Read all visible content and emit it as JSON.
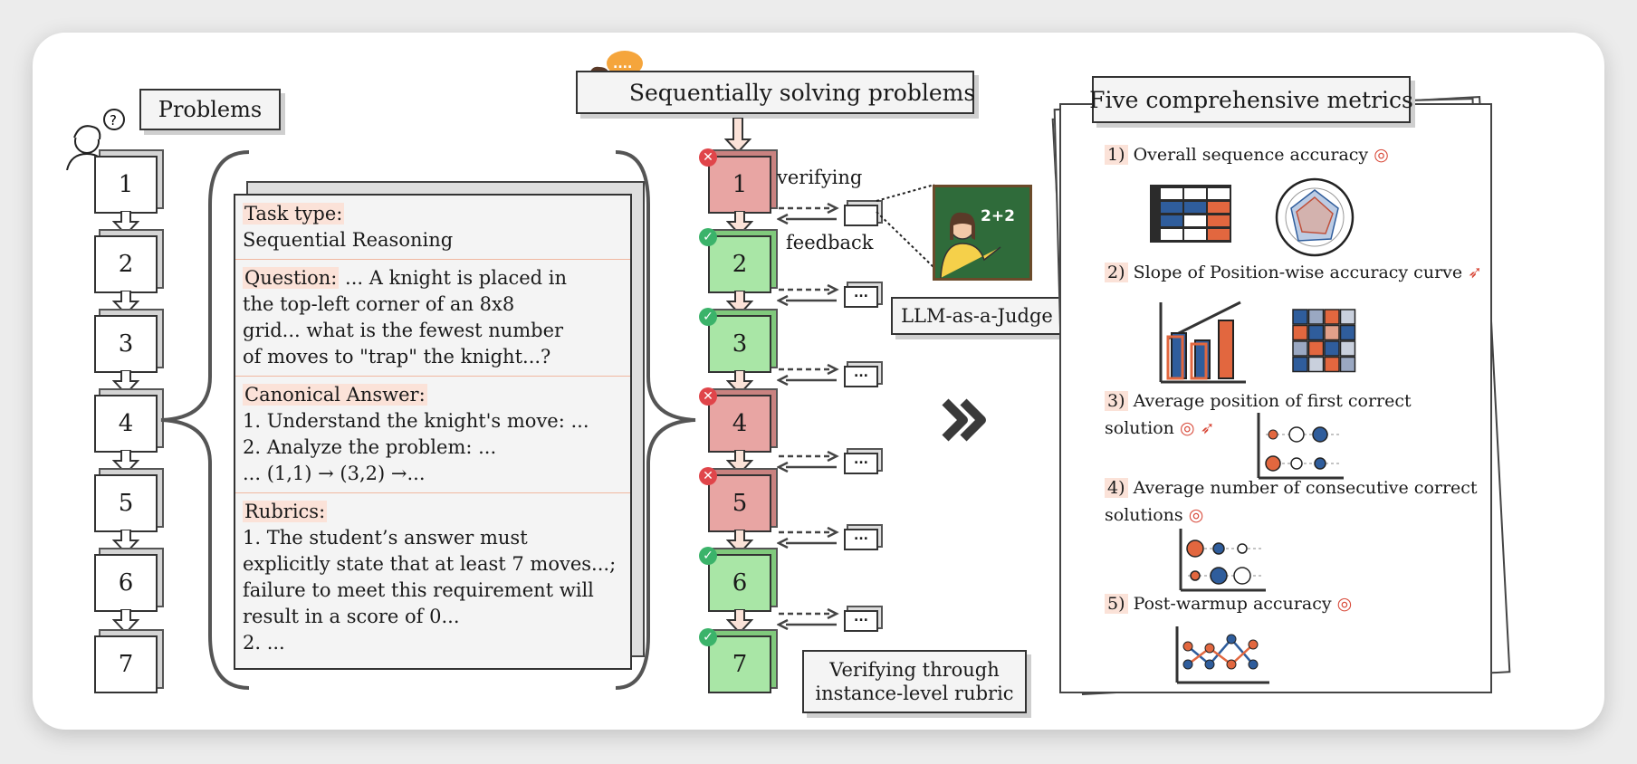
{
  "left": {
    "title": "Problems",
    "numbers": [
      "1",
      "2",
      "3",
      "4",
      "5",
      "6",
      "7"
    ]
  },
  "panel": {
    "task_label": "Task type:",
    "task_value": "Sequential Reasoning",
    "question_label": "Question:",
    "question_lines": [
      "... A knight is placed in",
      "the top-left corner of an 8x8",
      "grid... what is the fewest number",
      "of moves to \"trap\" the knight...?"
    ],
    "answer_label": "Canonical Answer:",
    "answer_lines": [
      "1. Understand the knight's move: ...",
      "2. Analyze the problem: ...",
      "... (1,1) → (3,2) →..."
    ],
    "rubrics_label": "Rubrics:",
    "rubrics_lines": [
      "1. The student’s answer must",
      "explicitly state that at least 7 moves...;",
      "failure to meet this requirement will",
      "result in a score of 0...",
      "2. ..."
    ]
  },
  "middle": {
    "title": "Sequentially solving problems",
    "verifying": "verifying",
    "feedback": "feedback",
    "dots": "...",
    "judge": "LLM-as-a-Judge",
    "board_text": "2+2",
    "bottom_line1": "Verifying through",
    "bottom_line2": "instance-level rubric",
    "steps": [
      {
        "n": "1",
        "status": "wrong"
      },
      {
        "n": "2",
        "status": "correct"
      },
      {
        "n": "3",
        "status": "correct"
      },
      {
        "n": "4",
        "status": "wrong"
      },
      {
        "n": "5",
        "status": "wrong"
      },
      {
        "n": "6",
        "status": "correct"
      },
      {
        "n": "7",
        "status": "correct"
      }
    ]
  },
  "right": {
    "title": "Five comprehensive metrics",
    "m1_num": "1)",
    "m1_text": "Overall sequence accuracy",
    "m2_num": "2)",
    "m2_text": "Slope of Position-wise accuracy curve",
    "m3_num": "3)",
    "m3_text_a": "Average position of first correct",
    "m3_text_b": "solution",
    "m4_num": "4)",
    "m4_text_a": "Average number of consecutive correct",
    "m4_text_b": "solutions",
    "m5_num": "5)",
    "m5_text": "Post-warmup accuracy"
  },
  "colors": {
    "orange": "#e2673f",
    "blue": "#2f5d9c",
    "red_cube": "#e8a5a3",
    "green_cube": "#a9e6a6",
    "highlight": "#fbe2d8",
    "board": "#2f6b3a"
  },
  "icons": {
    "target": "target-icon",
    "rocket": "rocket-icon",
    "wrong": "x-badge-icon",
    "correct": "check-badge-icon"
  }
}
